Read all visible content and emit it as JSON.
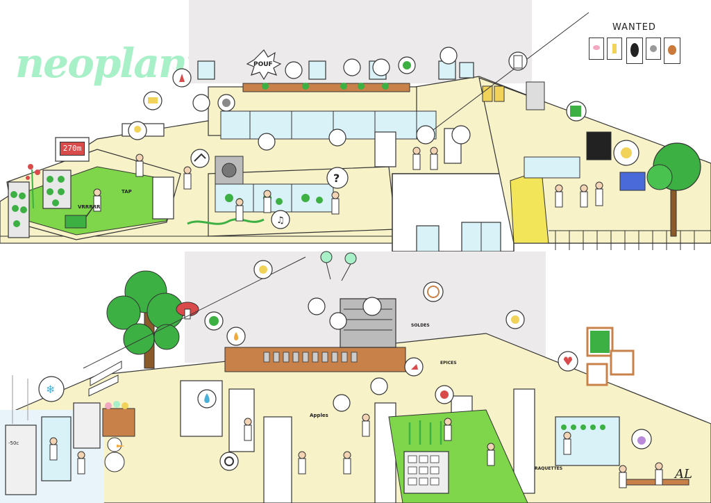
{
  "logo": {
    "text": "neoplants"
  },
  "wanted": {
    "title": "WANTED"
  },
  "counter": {
    "value": "270m"
  },
  "sfx": {
    "pouf": "POUF",
    "tap": "TAP",
    "vroom": "VRRRRR"
  },
  "signs": {
    "apples": "Apples",
    "soldes": "SOLDES",
    "epices": "EPICES",
    "raquettes": "RAQUETTES"
  },
  "fridge": {
    "label": "-50c"
  },
  "signature": {
    "text": "AL"
  },
  "colors": {
    "logo": "#a8f0c8",
    "floor": "#f7f2c8",
    "grass": "#7fd64a",
    "plant": "#3cb043",
    "wall": "#ffffff",
    "glass": "#d8f2f8",
    "outline": "#333333",
    "accent_red": "#d94a4a",
    "accent_yellow": "#f2d35a"
  },
  "icons": [
    "red-leaf-icon",
    "cheese-icon",
    "cloud-icon",
    "lightbulb-icon",
    "chart-icon",
    "gear-icon",
    "music-note-icon",
    "question-mark-icon",
    "heart-icon",
    "clock-icon",
    "sun-icon",
    "solar-panel-icon",
    "rocket-icon",
    "tomato-icon",
    "snowflake-icon",
    "smiley-icon",
    "dna-icon",
    "ladder-icon",
    "pixel-creeper-icon",
    "balloon-icon"
  ]
}
